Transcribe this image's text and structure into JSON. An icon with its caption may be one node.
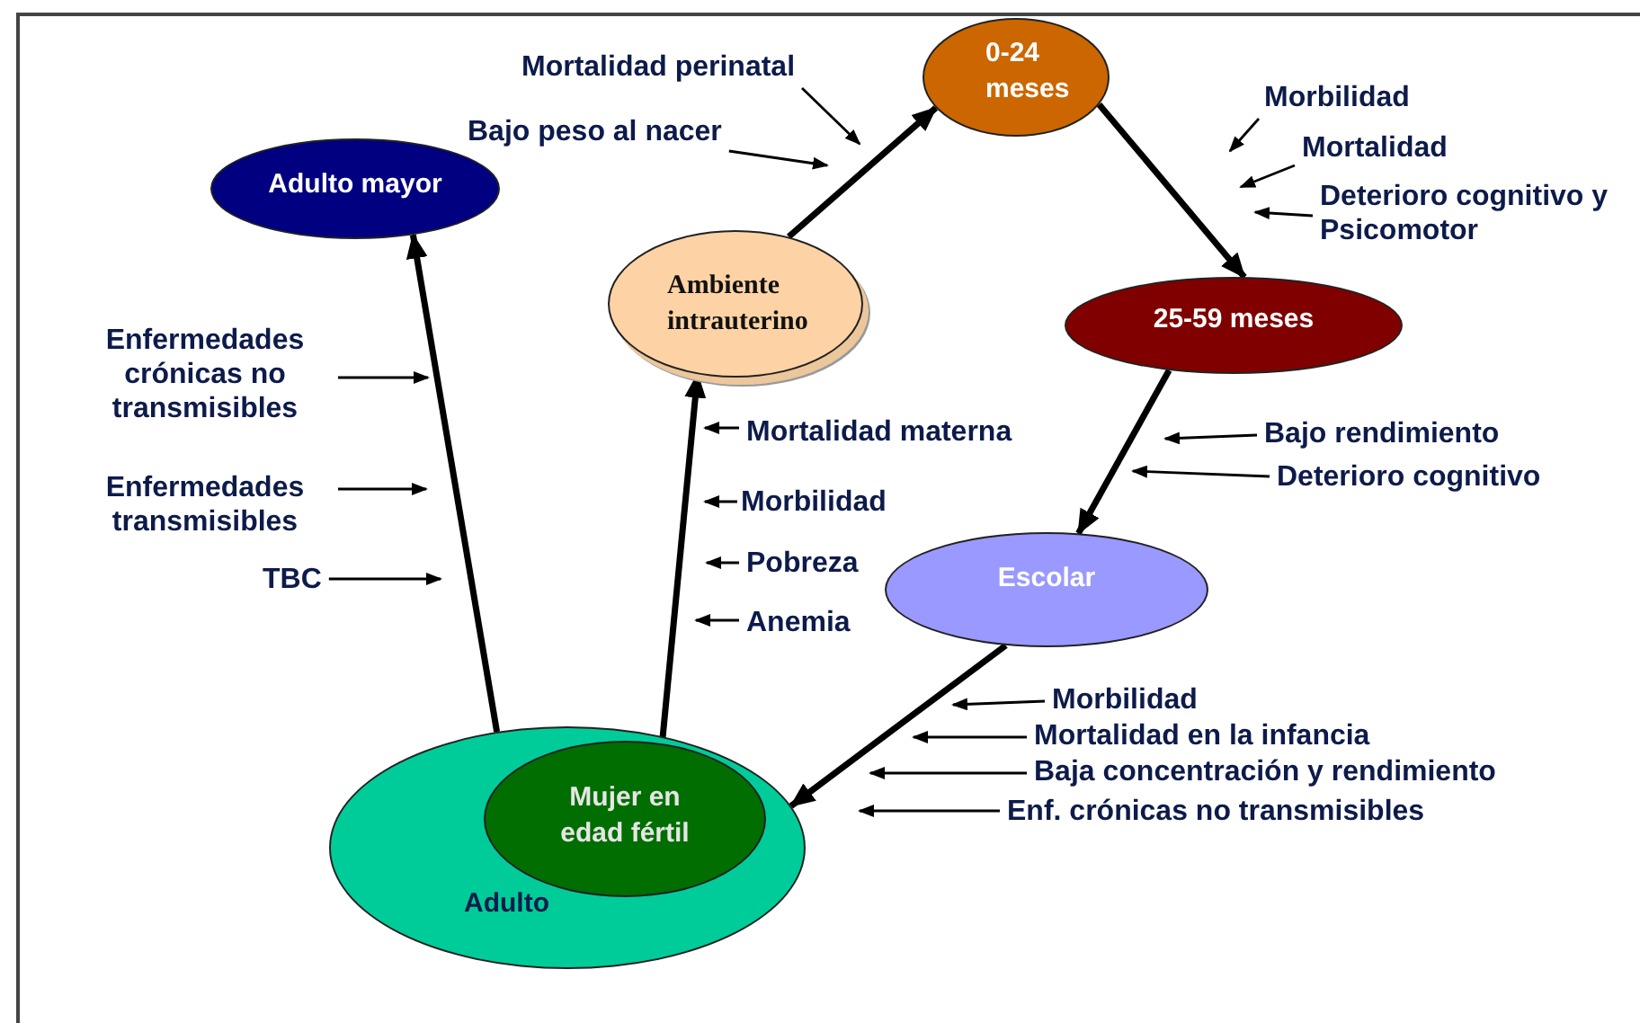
{
  "diagram": {
    "nodes": [
      {
        "text": [
          "Mortalidad perinatal"
        ]
      },
      {
        "text": [
          "0-24 meses"
        ]
      },
      {
        "text": [
          "Morbilidad"
        ]
      },
      {
        "text": [
          "Bajo peso al nacer"
        ]
      },
      {
        "text": [
          "Mortalidad"
        ]
      },
      {
        "text": [
          "Adulto mayor"
        ]
      },
      {
        "text": [
          "Ambiente intrauterino"
        ]
      },
      {
        "text": [
          "Deterioro cognitivo y Psicomotor"
        ]
      },
      {
        "text": [
          "25-59 meses"
        ]
      },
      {
        "text": [
          "Enfermedades crónicas no transmisibles"
        ]
      },
      {
        "text": [
          "Mortalidad materna"
        ]
      },
      {
        "text": [
          "Bajo rendimiento"
        ]
      },
      {
        "text": [
          "Deterioro cognitivo"
        ]
      },
      {
        "text": [
          "Enfermedades transmisibles"
        ]
      },
      {
        "text": [
          "Morbilidad"
        ]
      },
      {
        "text": [
          "Pobreza"
        ]
      },
      {
        "text": [
          "Escolar"
        ]
      },
      {
        "text": [
          "TBC"
        ]
      },
      {
        "text": [
          "Anemia"
        ]
      },
      {
        "text": [
          "Morbilidad"
        ]
      },
      {
        "text": [
          "Mortalidad en la infancia"
        ]
      },
      {
        "text": [
          "Adulto"
        ]
      },
      {
        "text": [
          "Baja concentración y rendimiento"
        ]
      },
      {
        "text": [
          "Mujer en edad fértil"
        ],
        "in": 21
      },
      {
        "text": [
          "Enf. crónicas no transmisibles"
        ]
      }
    ],
    "edges": [
      {
        "from": 21,
        "to": 5,
        "arrow": "to",
        "style": "thick"
      },
      {
        "from": 23,
        "to": 6,
        "arrow": "to",
        "style": "thick"
      },
      {
        "from": 6,
        "to": 1,
        "arrow": "to",
        "style": "thick"
      },
      {
        "from": 1,
        "to": 8,
        "arrow": "to",
        "style": "thick"
      },
      {
        "from": 8,
        "to": 16,
        "arrow": "to",
        "style": "thick"
      },
      {
        "from": 16,
        "to": 21,
        "arrow": "to",
        "style": "thick"
      },
      {
        "from": 0,
        "to": null,
        "arrow": "to"
      },
      {
        "from": 3,
        "to": null,
        "arrow": "to"
      },
      {
        "from": 2,
        "to": null,
        "arrow": "to"
      },
      {
        "from": 4,
        "to": null,
        "arrow": "to"
      },
      {
        "from": 7,
        "to": null,
        "arrow": "to"
      },
      {
        "from": 11,
        "to": null,
        "arrow": "to"
      },
      {
        "from": 12,
        "to": null,
        "arrow": "to"
      },
      {
        "from": 9,
        "to": null,
        "arrow": "to"
      },
      {
        "from": 13,
        "to": null,
        "arrow": "to"
      },
      {
        "from": 17,
        "to": null,
        "arrow": "to"
      },
      {
        "from": 10,
        "to": null,
        "arrow": "to"
      },
      {
        "from": 14,
        "to": null,
        "arrow": "to"
      },
      {
        "from": 15,
        "to": null,
        "arrow": "to"
      },
      {
        "from": 18,
        "to": null,
        "arrow": "to"
      },
      {
        "from": 19,
        "to": null,
        "arrow": "to"
      },
      {
        "from": 20,
        "to": null,
        "arrow": "to"
      },
      {
        "from": 22,
        "to": null,
        "arrow": "to"
      },
      {
        "from": 24,
        "to": null,
        "arrow": "to"
      }
    ]
  }
}
